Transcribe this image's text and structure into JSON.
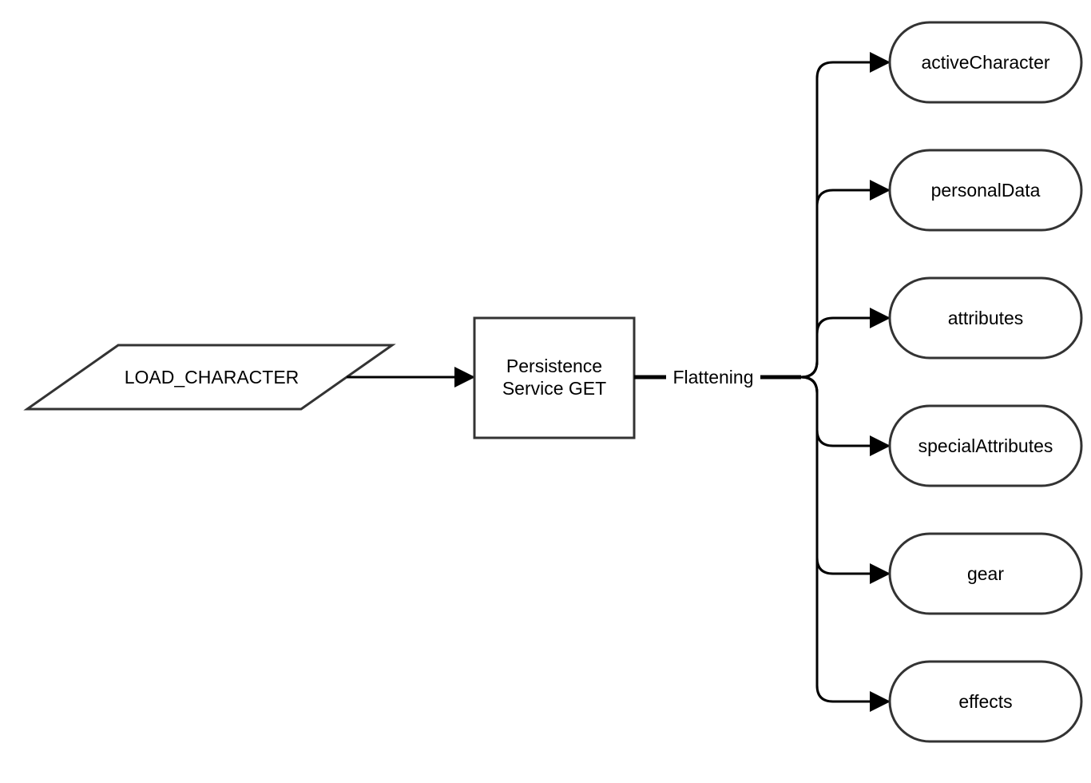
{
  "input_node": {
    "label": "LOAD_CHARACTER"
  },
  "process_node": {
    "line1": "Persistence",
    "line2": "Service GET"
  },
  "edge_label": "Flattening",
  "outputs": [
    {
      "label": "activeCharacter"
    },
    {
      "label": "personalData"
    },
    {
      "label": "attributes"
    },
    {
      "label": "specialAttributes"
    },
    {
      "label": "gear"
    },
    {
      "label": "effects"
    }
  ],
  "colors": {
    "stroke": "#333333",
    "arrow": "#000000",
    "fill": "#ffffff"
  }
}
